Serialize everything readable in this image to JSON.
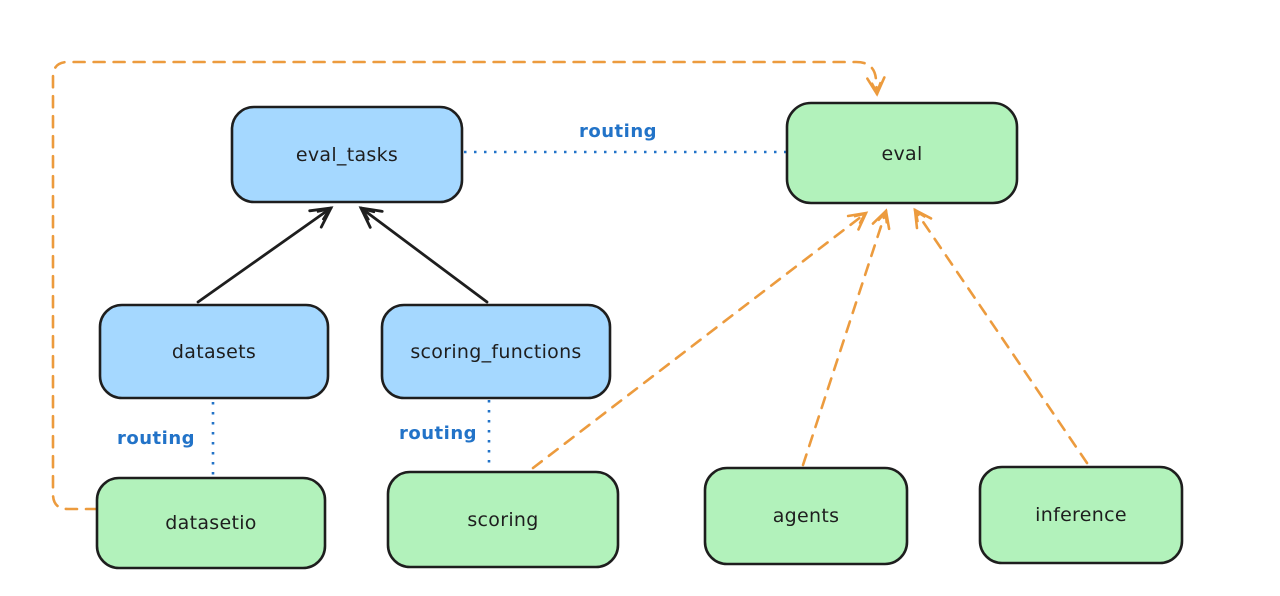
{
  "nodes": {
    "eval_tasks": {
      "label": "eval_tasks",
      "fill": "#a5d8ff"
    },
    "eval": {
      "label": "eval",
      "fill": "#b2f2bb"
    },
    "datasets": {
      "label": "datasets",
      "fill": "#a5d8ff"
    },
    "scoring_functions": {
      "label": "scoring_functions",
      "fill": "#a5d8ff"
    },
    "datasetio": {
      "label": "datasetio",
      "fill": "#b2f2bb"
    },
    "scoring": {
      "label": "scoring",
      "fill": "#b2f2bb"
    },
    "agents": {
      "label": "agents",
      "fill": "#b2f2bb"
    },
    "inference": {
      "label": "inference",
      "fill": "#b2f2bb"
    }
  },
  "edges": {
    "routing_top": {
      "label": "routing"
    },
    "routing_datasets": {
      "label": "routing"
    },
    "routing_scoring": {
      "label": "routing"
    }
  },
  "colors": {
    "node_stroke": "#1e1e1e",
    "blue_fill": "#a5d8ff",
    "green_fill": "#b2f2bb",
    "routing_blue": "#2273c8",
    "orange": "#ec9b3e",
    "black_arrow": "#1e1e1e",
    "background": "#ffffff"
  }
}
